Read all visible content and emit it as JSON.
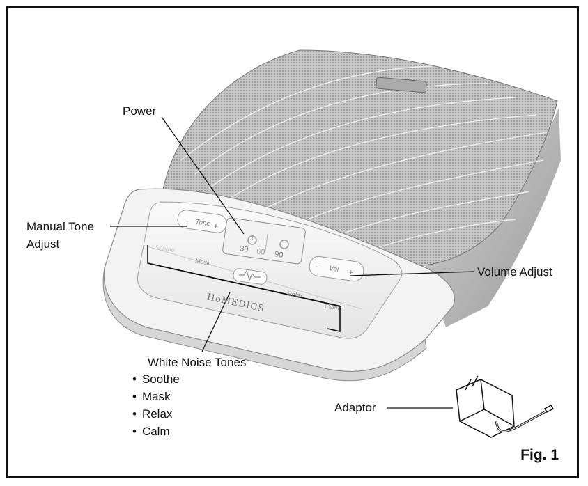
{
  "callouts": {
    "power": "Power",
    "manual_tone_line1": "Manual Tone",
    "manual_tone_line2": "Adjust",
    "volume_adjust": "Volume Adjust",
    "white_noise_title": "White Noise Tones",
    "adaptor": "Adaptor"
  },
  "tones": [
    "Soothe",
    "Mask",
    "Relax",
    "Calm"
  ],
  "device_panel": {
    "tone_button": "Tone",
    "vol_button": "Vol",
    "minus": "−",
    "plus": "+",
    "timers": [
      "30",
      "60",
      "90"
    ],
    "tone_labels": [
      "Soothe",
      "Mask",
      "Relax",
      "Calm"
    ],
    "brand": "HoMEDICS"
  },
  "figure_label": "Fig. 1",
  "colors": {
    "ink": "#111111",
    "grille": "#b9b9b9",
    "body": "#f2f2f2"
  }
}
